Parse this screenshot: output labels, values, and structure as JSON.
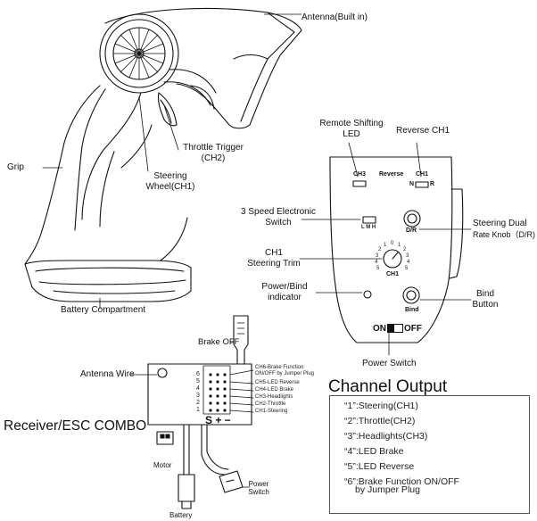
{
  "transmitter_labels": {
    "antenna": "Antenna(Built in)",
    "grip": "Grip",
    "throttle_trigger_1": "Throttle Trigger",
    "throttle_trigger_2": "(CH2)",
    "steering_wheel_1": "Steering",
    "steering_wheel_2": "Wheel(CH1)",
    "battery_compartment": "Battery Compartment"
  },
  "panel_labels": {
    "remote_shifting_1": "Remote Shifting",
    "remote_shifting_2": "LED",
    "reverse_ch1": "Reverse CH1",
    "three_speed_1": "3 Speed Electronic",
    "three_speed_2": "Switch",
    "steering_dual_1": "Steering Dual",
    "steering_dual_2": "Rate Knob（D/R)",
    "ch1_trim_1": "CH1",
    "ch1_trim_2": "Steering Trim",
    "power_bind_1": "Power/Bind",
    "power_bind_2": "indicator",
    "bind_button_1": "Bind",
    "bind_button_2": "Button",
    "power_switch": "Power Switch"
  },
  "panel_face": {
    "ch3": "CH3",
    "reverse": "Reverse",
    "ch1": "CH1",
    "n": "N",
    "r": "R",
    "lmh": "L M H",
    "dr": "D/R",
    "trim_ch1": "CH1",
    "bind": "Bind",
    "on": "ON",
    "off": "OFF",
    "trim_marks": [
      "0",
      "1",
      "2",
      "3",
      "4",
      "5",
      "1",
      "2",
      "3",
      "4",
      "5"
    ]
  },
  "receiver": {
    "title": "Receiver/ESC COMBO",
    "antenna_wire": "Antenna Wire",
    "brake_off": "Brake OFF",
    "motor": "Motor",
    "battery": "Battery",
    "power_switch_1": "Power",
    "power_switch_2": "Switch",
    "channel_numbers": [
      "6",
      "5",
      "4",
      "3",
      "2",
      "1"
    ],
    "channel_functions": [
      "CH6-Brake Function",
      "ON/OFF by Jumper Plug",
      "CH5-LED Reverse",
      "CH4-LED Brake",
      "CH3-Headlights",
      "CH2-Throttle",
      "CH1-Steering"
    ],
    "pin_legend": "S + −"
  },
  "channel_output": {
    "title": "Channel Output",
    "items": [
      "“1”:Steering(CH1)",
      "“2”:Throttle(CH2)",
      "“3”:Headlights(CH3)",
      "“4”:LED Brake",
      "“5”:LED Reverse",
      "“6”:Brake Function ON/OFF"
    ],
    "item_6_cont": "by Jumper Plug"
  }
}
